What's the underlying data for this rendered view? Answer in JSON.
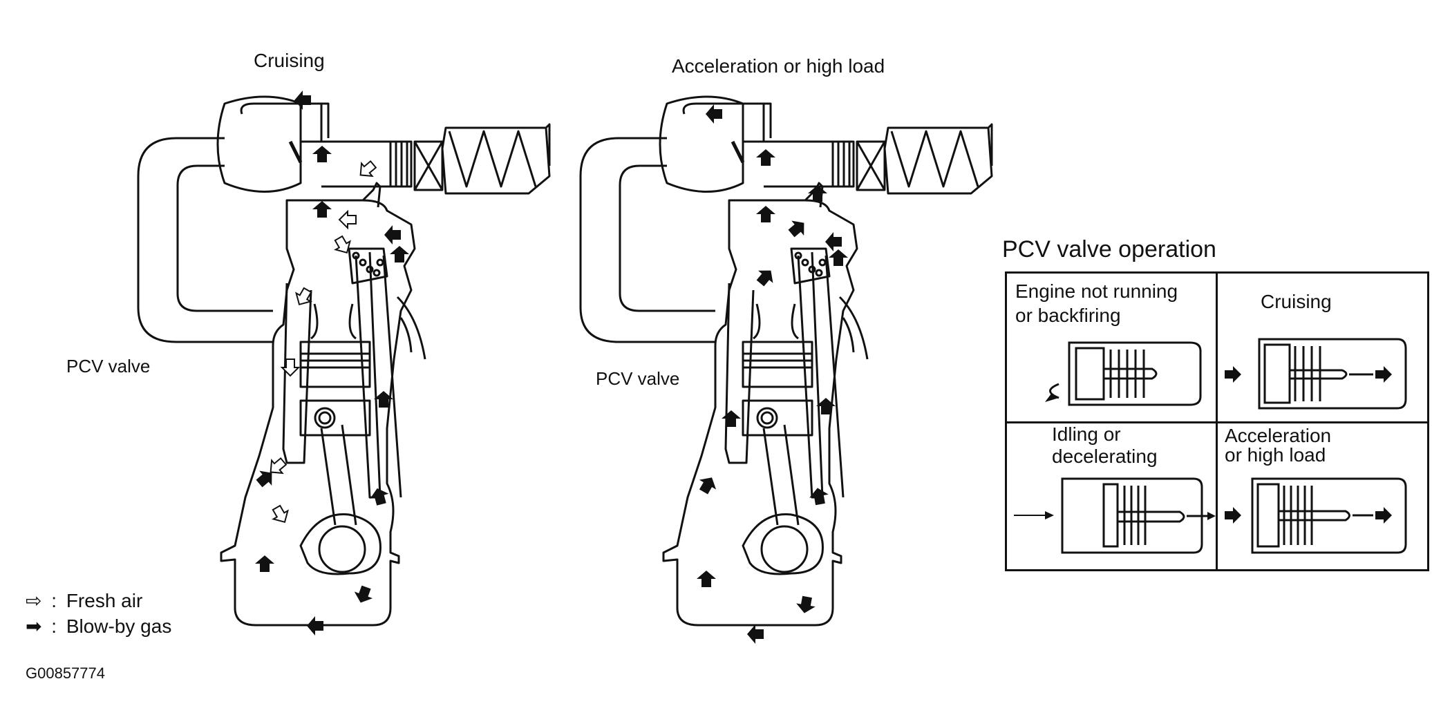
{
  "diagrams": [
    {
      "title": "Cruising",
      "valve_label": "PCV valve"
    },
    {
      "title": "Acceleration or high load",
      "valve_label": "PCV valve"
    }
  ],
  "panel": {
    "title": "PCV valve operation",
    "cells": [
      {
        "line1": "Engine not running",
        "line2": "or backfiring"
      },
      {
        "line1": "Cruising",
        "line2": ""
      },
      {
        "line1": "Idling or",
        "line2": "decelerating"
      },
      {
        "line1": "Acceleration",
        "line2": "or high load"
      }
    ]
  },
  "legend": [
    {
      "symbol": "⇨",
      "sep": ":",
      "label": "Fresh air",
      "style": "hollow-arrow"
    },
    {
      "symbol": "➡",
      "sep": ":",
      "label": "Blow-by gas",
      "style": "solid-arrow"
    }
  ],
  "figure_id": "G00857774"
}
